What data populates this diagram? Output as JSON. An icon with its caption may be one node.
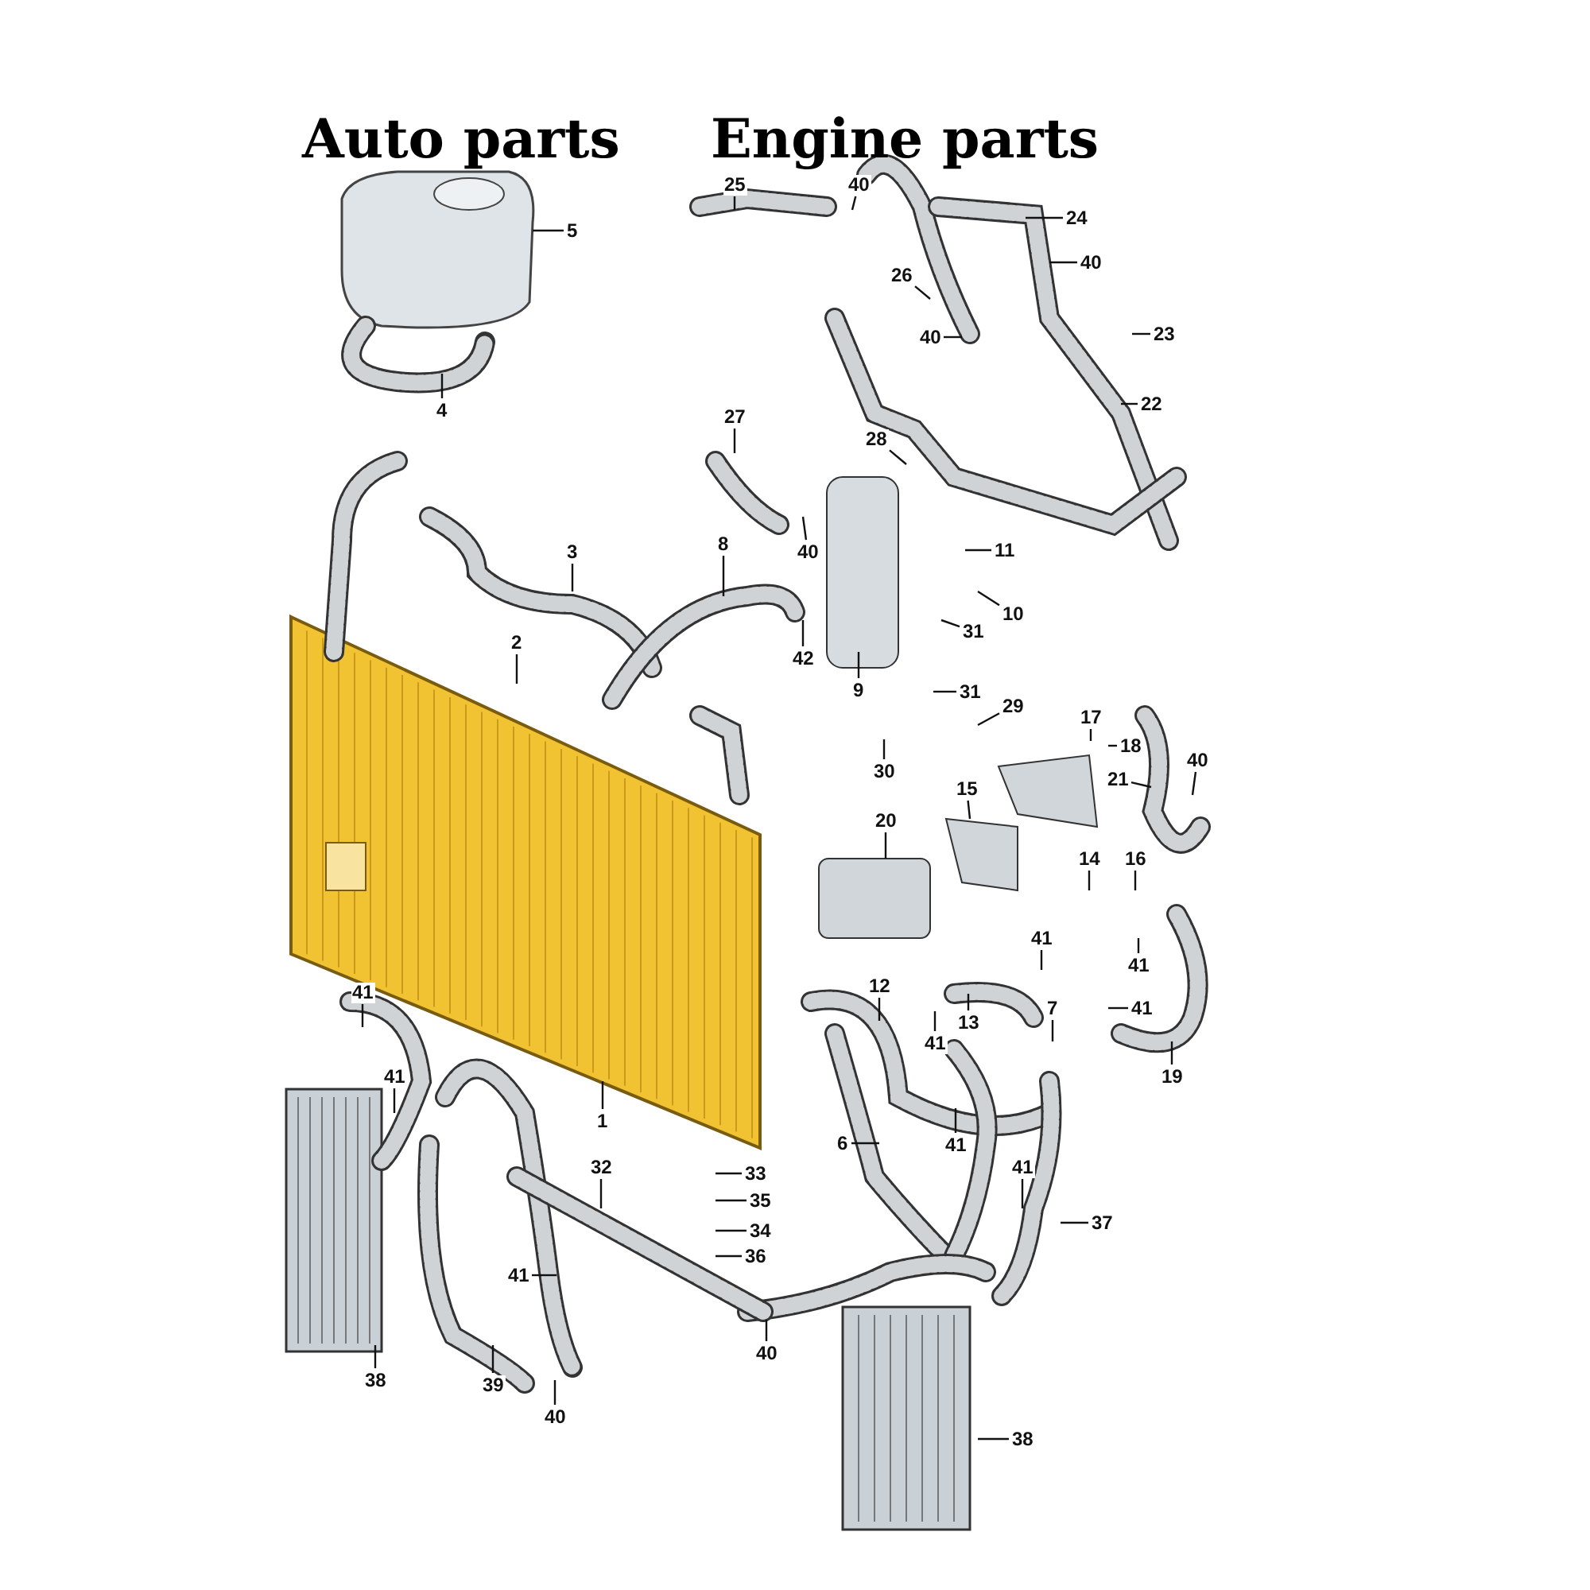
{
  "diagram": {
    "nodes": [
      {
        "text": [
          "25"
        ]
      },
      {
        "text": [
          "40"
        ]
      },
      {
        "text": [
          "24"
        ]
      },
      {
        "text": [
          "5"
        ]
      },
      {
        "text": [
          "40"
        ]
      },
      {
        "text": [
          "26"
        ]
      },
      {
        "text": [
          "40"
        ]
      },
      {
        "text": [
          "23"
        ]
      },
      {
        "text": [
          "22"
        ]
      },
      {
        "text": [
          "4"
        ]
      },
      {
        "text": [
          "27"
        ]
      },
      {
        "text": [
          "28"
        ]
      },
      {
        "text": [
          "3"
        ]
      },
      {
        "text": [
          "8"
        ]
      },
      {
        "text": [
          "40"
        ]
      },
      {
        "text": [
          "11"
        ]
      },
      {
        "text": [
          "10"
        ]
      },
      {
        "text": [
          "31"
        ]
      },
      {
        "text": [
          "2"
        ]
      },
      {
        "text": [
          "42"
        ]
      },
      {
        "text": [
          "9"
        ]
      },
      {
        "text": [
          "31"
        ]
      },
      {
        "text": [
          "29"
        ]
      },
      {
        "text": [
          "17"
        ]
      },
      {
        "text": [
          "18"
        ]
      },
      {
        "text": [
          "21"
        ]
      },
      {
        "text": [
          "40"
        ]
      },
      {
        "text": [
          "30"
        ]
      },
      {
        "text": [
          "15"
        ]
      },
      {
        "text": [
          "20"
        ]
      },
      {
        "text": [
          "14"
        ]
      },
      {
        "text": [
          "16"
        ]
      },
      {
        "text": [
          "41"
        ]
      },
      {
        "text": [
          "41"
        ]
      },
      {
        "text": [
          "12"
        ]
      },
      {
        "text": [
          "13"
        ]
      },
      {
        "text": [
          "7"
        ]
      },
      {
        "text": [
          "41"
        ]
      },
      {
        "text": [
          "41"
        ]
      },
      {
        "text": [
          "41"
        ]
      },
      {
        "text": [
          "19"
        ]
      },
      {
        "text": [
          "41"
        ]
      },
      {
        "text": [
          "6"
        ]
      },
      {
        "text": [
          "41"
        ]
      },
      {
        "text": [
          "1"
        ]
      },
      {
        "text": [
          "32"
        ]
      },
      {
        "text": [
          "33"
        ]
      },
      {
        "text": [
          "35"
        ]
      },
      {
        "text": [
          "34"
        ]
      },
      {
        "text": [
          "41"
        ]
      },
      {
        "text": [
          "37"
        ]
      },
      {
        "text": [
          "36"
        ]
      },
      {
        "text": [
          "41"
        ]
      },
      {
        "text": [
          "40"
        ]
      },
      {
        "text": [
          "38"
        ]
      },
      {
        "text": [
          "39"
        ]
      },
      {
        "text": [
          "40"
        ]
      },
      {
        "text": [
          "38"
        ]
      }
    ],
    "edges": [
      {
        "from": 0,
        "to": null,
        "arrow": "none"
      },
      {
        "from": 1,
        "to": null,
        "arrow": "none"
      },
      {
        "from": 2,
        "to": null,
        "arrow": "none"
      },
      {
        "from": 3,
        "to": null,
        "arrow": "none"
      },
      {
        "from": 4,
        "to": null,
        "arrow": "none"
      },
      {
        "from": 5,
        "to": null,
        "arrow": "none"
      },
      {
        "from": 6,
        "to": null,
        "arrow": "none"
      },
      {
        "from": 7,
        "to": null,
        "arrow": "none"
      },
      {
        "from": 8,
        "to": null,
        "arrow": "none"
      },
      {
        "from": 9,
        "to": null,
        "arrow": "none"
      },
      {
        "from": 10,
        "to": null,
        "arrow": "none"
      },
      {
        "from": 11,
        "to": null,
        "arrow": "none"
      },
      {
        "from": 12,
        "to": null,
        "arrow": "none"
      },
      {
        "from": 13,
        "to": null,
        "arrow": "none"
      },
      {
        "from": 14,
        "to": null,
        "arrow": "none"
      },
      {
        "from": 15,
        "to": null,
        "arrow": "none"
      },
      {
        "from": 16,
        "to": null,
        "arrow": "none"
      },
      {
        "from": 17,
        "to": null,
        "arrow": "none"
      },
      {
        "from": 18,
        "to": null,
        "arrow": "none"
      },
      {
        "from": 19,
        "to": null,
        "arrow": "none"
      },
      {
        "from": 20,
        "to": null,
        "arrow": "none"
      },
      {
        "from": 21,
        "to": null,
        "arrow": "none"
      },
      {
        "from": 22,
        "to": null,
        "arrow": "none"
      },
      {
        "from": 23,
        "to": null,
        "arrow": "none"
      },
      {
        "from": 24,
        "to": null,
        "arrow": "none"
      },
      {
        "from": 25,
        "to": null,
        "arrow": "none"
      },
      {
        "from": 26,
        "to": null,
        "arrow": "none"
      },
      {
        "from": 27,
        "to": null,
        "arrow": "none"
      },
      {
        "from": 28,
        "to": null,
        "arrow": "none"
      },
      {
        "from": 29,
        "to": null,
        "arrow": "none"
      },
      {
        "from": 30,
        "to": null,
        "arrow": "none"
      },
      {
        "from": 31,
        "to": null,
        "arrow": "none"
      },
      {
        "from": 32,
        "to": null,
        "arrow": "none"
      },
      {
        "from": 33,
        "to": null,
        "arrow": "none"
      },
      {
        "from": 34,
        "to": null,
        "arrow": "none"
      },
      {
        "from": 35,
        "to": null,
        "arrow": "none"
      },
      {
        "from": 36,
        "to": null,
        "arrow": "none"
      },
      {
        "from": 37,
        "to": null,
        "arrow": "none"
      },
      {
        "from": 38,
        "to": null,
        "arrow": "none"
      },
      {
        "from": 39,
        "to": null,
        "arrow": "none"
      },
      {
        "from": 40,
        "to": null,
        "arrow": "none"
      },
      {
        "from": 41,
        "to": null,
        "arrow": "none"
      },
      {
        "from": 42,
        "to": null,
        "arrow": "none"
      },
      {
        "from": 43,
        "to": null,
        "arrow": "none"
      },
      {
        "from": 44,
        "to": null,
        "arrow": "none"
      },
      {
        "from": 45,
        "to": null,
        "arrow": "none"
      },
      {
        "from": 46,
        "to": null,
        "arrow": "none"
      },
      {
        "from": 47,
        "to": null,
        "arrow": "none"
      },
      {
        "from": 48,
        "to": null,
        "arrow": "none"
      },
      {
        "from": 49,
        "to": null,
        "arrow": "none"
      },
      {
        "from": 50,
        "to": null,
        "arrow": "none"
      },
      {
        "from": 51,
        "to": null,
        "arrow": "none"
      },
      {
        "from": 52,
        "to": null,
        "arrow": "none"
      },
      {
        "from": 53,
        "to": null,
        "arrow": "none"
      },
      {
        "from": 54,
        "to": null,
        "arrow": "none"
      },
      {
        "from": 55,
        "to": null,
        "arrow": "none"
      },
      {
        "from": 56,
        "to": null,
        "arrow": "none"
      },
      {
        "from": 57,
        "to": null,
        "arrow": "none"
      }
    ],
    "labels": [
      "Auto parts",
      "Engine parts"
    ]
  }
}
